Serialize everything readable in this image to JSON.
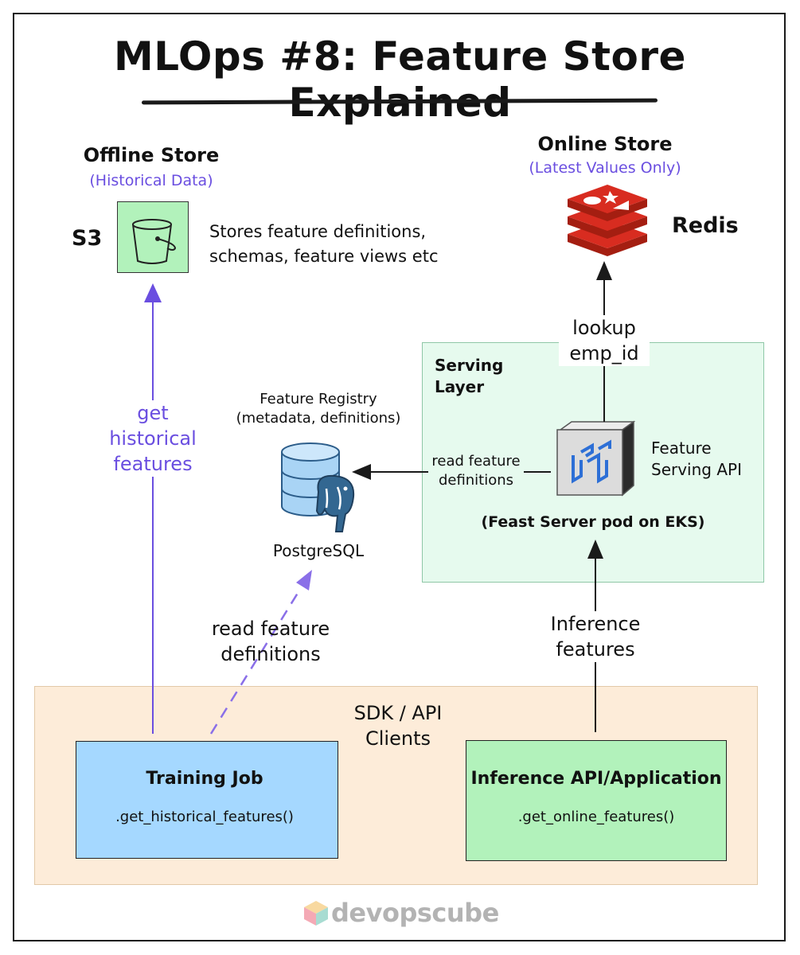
{
  "title": "MLOps #8: Feature Store Explained",
  "offline_store": {
    "title": "Offline Store",
    "subtitle": "(Historical Data)",
    "service": "S3",
    "description_line1": "Stores feature definitions,",
    "description_line2": "schemas, feature views etc",
    "icon": "bucket-icon"
  },
  "online_store": {
    "title": "Online Store",
    "subtitle": "(Latest Values Only)",
    "service": "Redis",
    "icon": "redis-icon"
  },
  "serving_layer": {
    "label_line1": "Serving",
    "label_line2": "Layer",
    "api_label_line1": "Feature",
    "api_label_line2": "Serving API",
    "pod_label": "(Feast Server pod on EKS)",
    "icon": "feast-cube-icon"
  },
  "registry": {
    "title_line1": "Feature Registry",
    "title_line2": "(metadata, definitions)",
    "db_label": "PostgreSQL",
    "icon": "postgresql-icon"
  },
  "arrows": {
    "lookup_line1": "lookup",
    "lookup_line2": "emp_id",
    "read_defs_serving_line1": "read feature",
    "read_defs_serving_line2": "definitions",
    "get_hist_line1": "get",
    "get_hist_line2": "historical",
    "get_hist_line3": "features",
    "read_defs_training_line1": "read feature",
    "read_defs_training_line2": "definitions",
    "inference_line1": "Inference",
    "inference_line2": "features"
  },
  "clients": {
    "label_line1": "SDK / API",
    "label_line2": "Clients",
    "training_title": "Training Job",
    "training_code": ".get_historical_features()",
    "inference_title": "Inference API/Application",
    "inference_code": ".get_online_features()"
  },
  "footer": {
    "brand": "devopscube",
    "icon": "devopscube-cube-icon"
  },
  "colors": {
    "accent_purple": "#6a4ee0",
    "s3_green": "#b2f2bb",
    "serving_bg": "#e6faee",
    "clients_bg": "#fdecd9",
    "training_blue": "#a5d8ff",
    "redis_red": "#d82c20"
  }
}
